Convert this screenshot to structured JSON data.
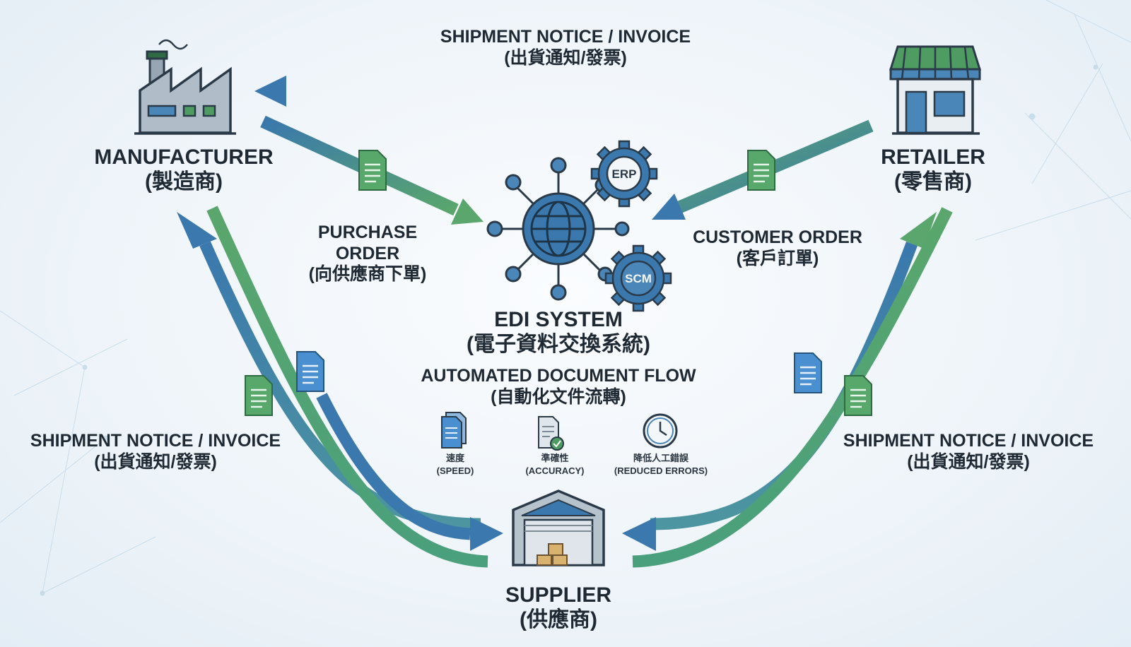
{
  "colors": {
    "blue": "#3a78ad",
    "green": "#5aa66c",
    "dark": "#2a3a48",
    "awning_green": "#4e9c62",
    "awning_blue": "#4a86b8"
  },
  "nodes": {
    "manufacturer": {
      "en": "MANUFACTURER",
      "zh": "(製造商)",
      "icon": "factory-icon"
    },
    "retailer": {
      "en": "RETAILER",
      "zh": "(零售商)",
      "icon": "store-icon"
    },
    "supplier": {
      "en": "SUPPLIER",
      "zh": "(供應商)",
      "icon": "warehouse-icon"
    },
    "edi": {
      "en": "EDI SYSTEM",
      "zh": "(電子資料交換系統)",
      "icon": "globe-network-icon"
    }
  },
  "gears": {
    "erp": "ERP",
    "scm": "SCM"
  },
  "flows": {
    "top": {
      "en": "SHIPMENT NOTICE / INVOICE",
      "zh": "(出貨通知/發票)"
    },
    "purchase_order": {
      "line1": "PURCHASE",
      "line2": "ORDER",
      "zh": "(向供應商下單)"
    },
    "customer_order": {
      "en": "CUSTOMER ORDER",
      "zh": "(客戶訂單)"
    },
    "left": {
      "en": "SHIPMENT NOTICE / INVOICE",
      "zh": "(出貨通知/發票)"
    },
    "right": {
      "en": "SHIPMENT NOTICE / INVOICE",
      "zh": "(出貨通知/發票)"
    }
  },
  "automated": {
    "en": "AUTOMATED DOCUMENT FLOW",
    "zh": "(自動化文件流轉)"
  },
  "benefits": [
    {
      "zh": "速度",
      "en": "(SPEED)",
      "icon": "documents-icon"
    },
    {
      "zh": "準確性",
      "en": "(ACCURACY)",
      "icon": "verified-document-icon"
    },
    {
      "zh": "降低人工錯誤",
      "en": "(REDUCED ERRORS)",
      "icon": "clock-icon"
    }
  ]
}
